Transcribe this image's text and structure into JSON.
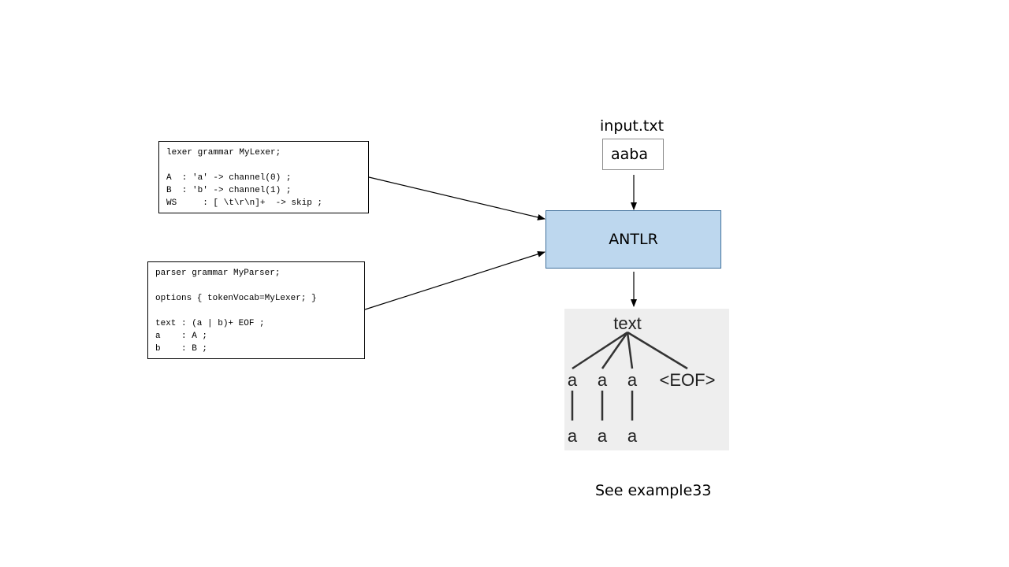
{
  "lexer_grammar": {
    "lines": [
      "lexer grammar MyLexer;",
      "",
      "A  : 'a' -> channel(0) ;",
      "B  : 'b' -> channel(1) ;",
      "WS     : [ \\t\\r\\n]+  -> skip ;"
    ]
  },
  "parser_grammar": {
    "lines": [
      "parser grammar MyParser;",
      "",
      "options { tokenVocab=MyLexer; }",
      "",
      "text : (a | b)+ EOF ;",
      "a    : A ;",
      "b    : B ;"
    ]
  },
  "input": {
    "filename": "input.txt",
    "content": "aaba"
  },
  "tool": {
    "label": "ANTLR"
  },
  "parse_tree": {
    "root": "text",
    "children": [
      {
        "label": "a",
        "leaf": "a"
      },
      {
        "label": "a",
        "leaf": "a"
      },
      {
        "label": "a",
        "leaf": "a"
      },
      {
        "label": "<EOF>"
      }
    ]
  },
  "footer": {
    "note": "See example33"
  },
  "colors": {
    "antlr_fill": "#bdd7ee",
    "antlr_border": "#41719c",
    "tree_background": "#eeeeee"
  }
}
